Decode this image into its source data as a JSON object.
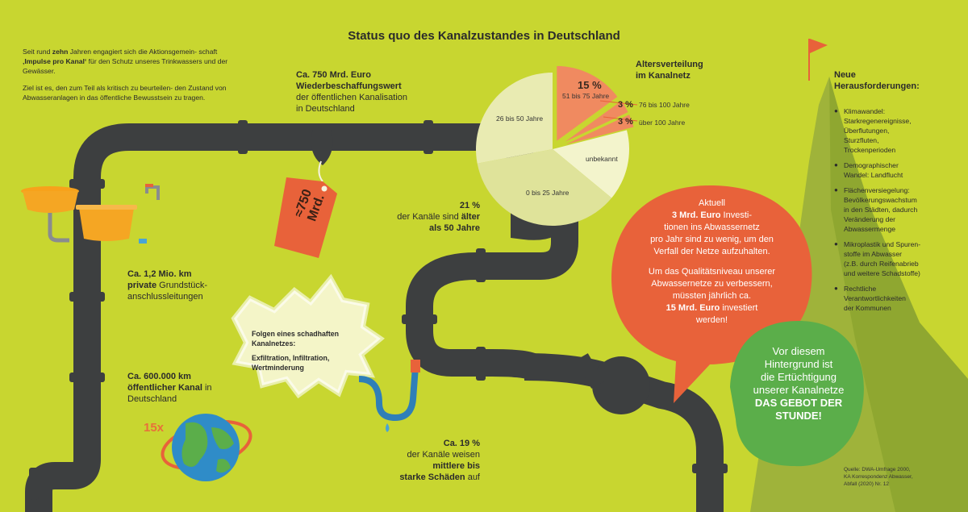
{
  "title": "Status quo des Kanalzustandes in Deutschland",
  "intro": {
    "p1_a": "Seit rund ",
    "p1_b": "zehn",
    "p1_c": " Jahren engagiert sich die Aktionsgemein- schaft ",
    "p1_d": "‚Impulse pro Kanal‘",
    "p1_e": " für den Schutz unseres Trinkwassers und der Gewässer.",
    "p2": "Ziel ist es, den zum Teil als kritisch zu beurteilen- den Zustand von Abwasseranlagen in das öffentliche Bewusstsein zu tragen."
  },
  "replacement": {
    "line1": "Ca. 750 Mrd. Euro",
    "line2": "Wiederbeschaffungswert",
    "line3": "der öffentlichen Kanalisation",
    "line4": "in Deutschland"
  },
  "price_tag": {
    "line1": "≈750",
    "line2": "Mrd."
  },
  "private": {
    "line1": "Ca. 1,2 Mio. km",
    "line2_bold": "private",
    "line2_rest": " Grundstück-",
    "line3": "anschlussleitungen"
  },
  "public": {
    "line1": "Ca. 600.000 km",
    "line2": "öffentlicher Kanal",
    "line2_rest": " in",
    "line3": "Deutschland"
  },
  "globe_label": "15x",
  "older": {
    "line1": "21 %",
    "line2_a": "der Kanäle sind ",
    "line2_b": "älter",
    "line3": "als 50 Jahre"
  },
  "damage": {
    "line1": "Ca. 19 %",
    "line2": "der Kanäle weisen",
    "line3": "mittlere bis",
    "line4_b": "starke Schäden",
    "line4_rest": " auf"
  },
  "burst": {
    "line1": "Folgen eines schadhaften",
    "line2": "Kanalnetzes:",
    "line3": "Exfiltration, Infiltration,",
    "line4": "Wertminderung"
  },
  "age_chart_title": {
    "line1": "Altersverteilung",
    "line2": "im Kanalnetz"
  },
  "chart_data": {
    "type": "pie",
    "title": "Altersverteilung im Kanalnetz",
    "slices": [
      {
        "label": "51 bis 75 Jahre",
        "value": 15,
        "value_label": "15 %",
        "color": "#f08a60"
      },
      {
        "label": "76 bis 100 Jahre",
        "value": 3,
        "value_label": "3 %",
        "color": "#f08a60"
      },
      {
        "label": "über 100 Jahre",
        "value": 3,
        "value_label": "3 %",
        "color": "#f08a60"
      },
      {
        "label": "unbekannt",
        "value": 15,
        "value_label": "",
        "color": "#f3f4cc"
      },
      {
        "label": "0 bis 25 Jahre",
        "value": 36,
        "value_label": "",
        "color": "#dfe39a"
      },
      {
        "label": "26 bis 50 Jahre",
        "value": 28,
        "value_label": "",
        "color": "#e9ebb2"
      }
    ]
  },
  "challenges": {
    "title_line1": "Neue",
    "title_line2": "Herausforderungen:",
    "items": [
      [
        "Klimawandel:",
        "Starkregenereignisse,",
        "Überflutungen,",
        "Sturzfluten,",
        "Trockenperioden"
      ],
      [
        "Demographischer",
        "Wandel: Landflucht"
      ],
      [
        "Flächenversiegelung:",
        "Bevölkerungswachstum",
        "in den Städten, dadurch",
        "Veränderung der",
        "Abwassermenge"
      ],
      [
        "Mikroplastik und Spuren-",
        "stoffe im Abwasser",
        "(z.B. durch Reifenabrieb",
        "und weitere Schadstoffe)"
      ],
      [
        "Rechtliche",
        "Verantwortlichkeiten",
        "der Kommunen"
      ]
    ]
  },
  "invest_bubble": {
    "l1": "Aktuell",
    "l2_b": "3 Mrd. Euro",
    "l2_rest": " Investi-",
    "l3": "tionen ins Abwassernetz",
    "l4": "pro Jahr sind zu wenig, um den",
    "l5": "Verfall der Netze aufzuhalten.",
    "l6": "Um das Qualitätsniveau unserer",
    "l7": "Abwassernetze zu verbessern,",
    "l8": "müssten jährlich ca.",
    "l9_b": "15 Mrd. Euro",
    "l9_rest": " investiert",
    "l10": "werden!"
  },
  "green_bubble": {
    "l1": "Vor diesem",
    "l2": "Hintergrund ist",
    "l3": "die Ertüchtigung",
    "l4": "unserer Kanalnetze",
    "l5": "DAS GEBOT DER",
    "l6": "STUNDE!"
  },
  "source": {
    "l1": "Quelle: DWA-Umfrage 2000,",
    "l2": "KA Korrespondenz Abwasser,",
    "l3": "Abfall (2020) Nr. 12"
  },
  "colors": {
    "background": "#c8d630",
    "pipe": "#3d3f40",
    "accent_orange": "#e8623a",
    "bubble_green": "#5bae4a",
    "mountain": "#98ad34"
  }
}
